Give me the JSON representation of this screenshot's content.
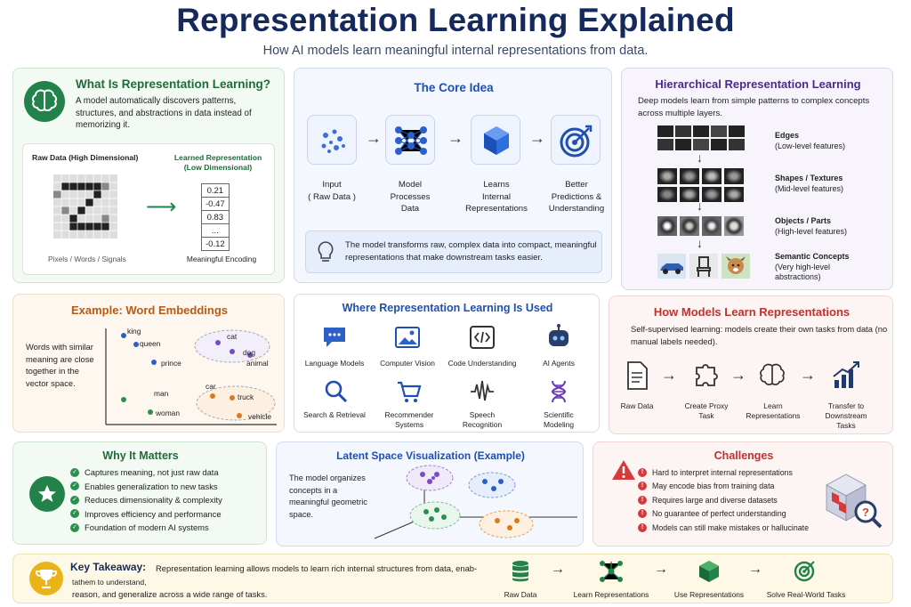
{
  "title": "Representation Learning Explained",
  "subtitle": "How AI models learn meaningful internal representations from data.",
  "what": {
    "title": "What Is Representation Learning?",
    "desc": "A model automatically discovers patterns, structures, and abstractions in data instead of memorizing it.",
    "raw_title": "Raw Data (High Dimensional)",
    "learned_title": "Learned Representation (Low Dimensional)",
    "vector": [
      "0.21",
      "-0.47",
      "0.83",
      "...",
      "-0.12"
    ],
    "raw_caption": "Pixels / Words / Signals",
    "learned_caption": "Meaningful Encoding"
  },
  "core": {
    "title": "The Core Idea",
    "steps": [
      "Input\n( Raw Data )",
      "Model\nProcesses\nData",
      "Learns\nInternal\nRepresentations",
      "Better\nPredictions &\nUnderstanding"
    ],
    "note": "The model transforms raw, complex data into compact, meaningful representations that make downstream tasks easier."
  },
  "hier": {
    "title": "Hierarchical Representation Learning",
    "desc": "Deep models learn from simple patterns to complex concepts across multiple layers.",
    "levels": [
      {
        "name": "Edges",
        "detail": "(Low-level features)"
      },
      {
        "name": "Shapes / Textures",
        "detail": "(Mid-level features)"
      },
      {
        "name": "Objects / Parts",
        "detail": "(High-level features)"
      },
      {
        "name": "Semantic Concepts",
        "detail": "(Very high-level abstractions)"
      }
    ]
  },
  "embed": {
    "title": "Example: Word Embeddings",
    "desc": "Words with similar meaning are close together in the vector space.",
    "words": [
      "king",
      "queen",
      "prince",
      "cat",
      "dog",
      "animal",
      "man",
      "woman",
      "car",
      "truck",
      "vehicle"
    ]
  },
  "used": {
    "title": "Where Representation Learning Is Used",
    "items": [
      "Language Models",
      "Computer Vision",
      "Code Understanding",
      "AI Agents",
      "Search & Retrieval",
      "Recommender\nSystems",
      "Speech\nRecognition",
      "Scientific\nModeling"
    ]
  },
  "how": {
    "title": "How Models Learn Representations",
    "desc": "Self-supervised learning: models create their own tasks from data (no manual labels needed).",
    "steps": [
      "Raw Data",
      "Create Proxy\nTask",
      "Learn\nRepresentations",
      "Transfer to\nDownstream\nTasks"
    ]
  },
  "why": {
    "title": "Why It Matters",
    "items": [
      "Captures meaning, not just raw data",
      "Enables generalization to new tasks",
      "Reduces dimensionality & complexity",
      "Improves efficiency and performance",
      "Foundation of modern AI systems"
    ]
  },
  "latent": {
    "title": "Latent Space Visualization (Example)",
    "desc": "The model organizes concepts in a meaningful geometric space."
  },
  "challenges": {
    "title": "Challenges",
    "items": [
      "Hard to interpret internal representations",
      "May encode bias from training data",
      "Requires large and diverse datasets",
      "No guarantee of perfect understanding",
      "Models can still make mistakes or hallucinate"
    ]
  },
  "takeaway": {
    "label": "Key Takeaway:",
    "line1": "Representation learning allows models to learn rich internal structures from data, enab-",
    "line2": "tathem to understand,",
    "line3": "reason, and generalize across a wide range of tasks.",
    "steps": [
      "Raw Data",
      "Learn Representations",
      "Use Representations",
      "Solve Real-World Tasks"
    ]
  },
  "colors": {
    "navy": "#16295c",
    "blue": "#1f4fb0",
    "green": "#1f6b3a",
    "orange": "#b85a14",
    "purple": "#4a2a8a",
    "red": "#c0322b"
  }
}
